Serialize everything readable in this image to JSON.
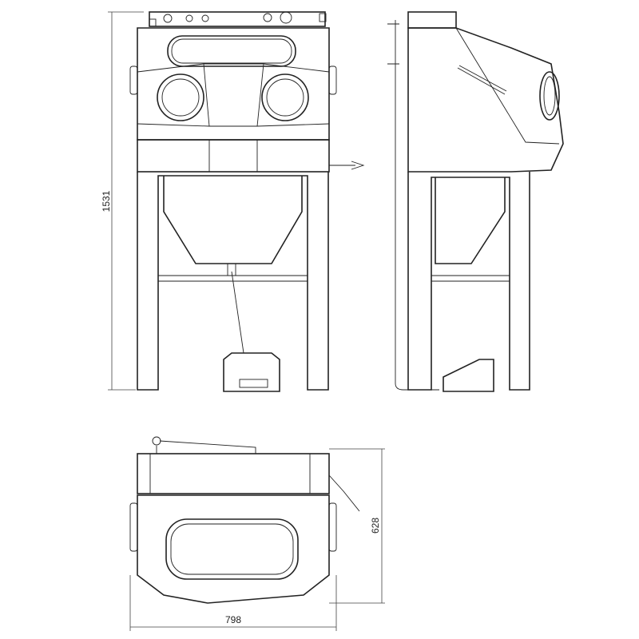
{
  "drawing": {
    "views": [
      "front-view",
      "side-view",
      "top-view"
    ],
    "dimensions": {
      "height": "1531",
      "depth": "628",
      "width": "798"
    }
  }
}
